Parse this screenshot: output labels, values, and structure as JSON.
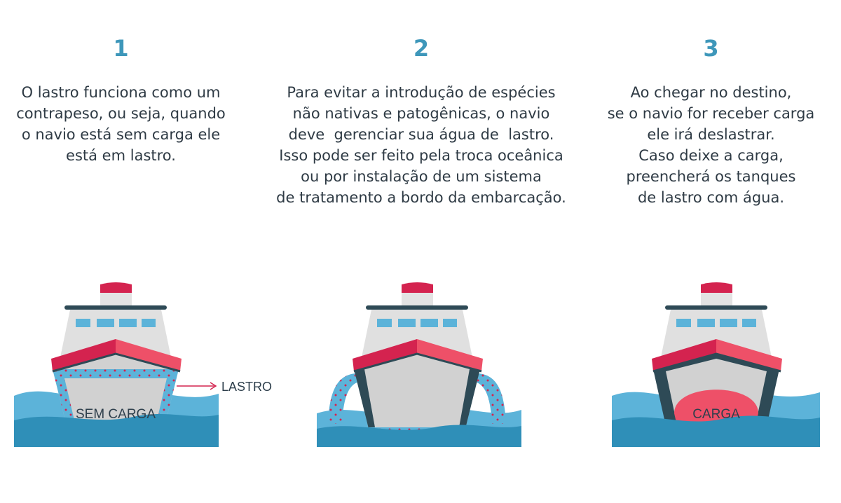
{
  "steps": [
    {
      "number": "1",
      "lines": [
        "O lastro funciona como um",
        "contrapeso, ou seja, quando",
        "o navio está sem carga ele",
        "está em lastro."
      ]
    },
    {
      "number": "2",
      "lines": [
        "Para evitar a introdução de espécies",
        "não nativas e patogênicas, o navio",
        "deve  gerenciar sua água de  lastro.",
        "Isso pode ser feito pela troca oceânica",
        "ou por instalação de um sistema",
        "de tratamento a bordo da embarcação."
      ]
    },
    {
      "number": "3",
      "lines": [
        "Ao chegar no destino,",
        "se o navio for receber carga",
        "ele irá deslastrar.",
        "Caso deixe a carga,",
        "preencherá os tanques",
        "de lastro com água."
      ]
    }
  ],
  "ships": {
    "ship1_label": "SEM CARGA",
    "ship3_label": "CARGA",
    "ballast_label": "LASTRO"
  },
  "colors": {
    "number": "#3e97ba",
    "text": "#2e3a44",
    "hull": "#d1d1d1",
    "red": "#d4234f",
    "pink": "#ee5068",
    "water_light": "#5cb3d9",
    "water_dark": "#2f8fb8",
    "dark": "#2e4a56"
  }
}
